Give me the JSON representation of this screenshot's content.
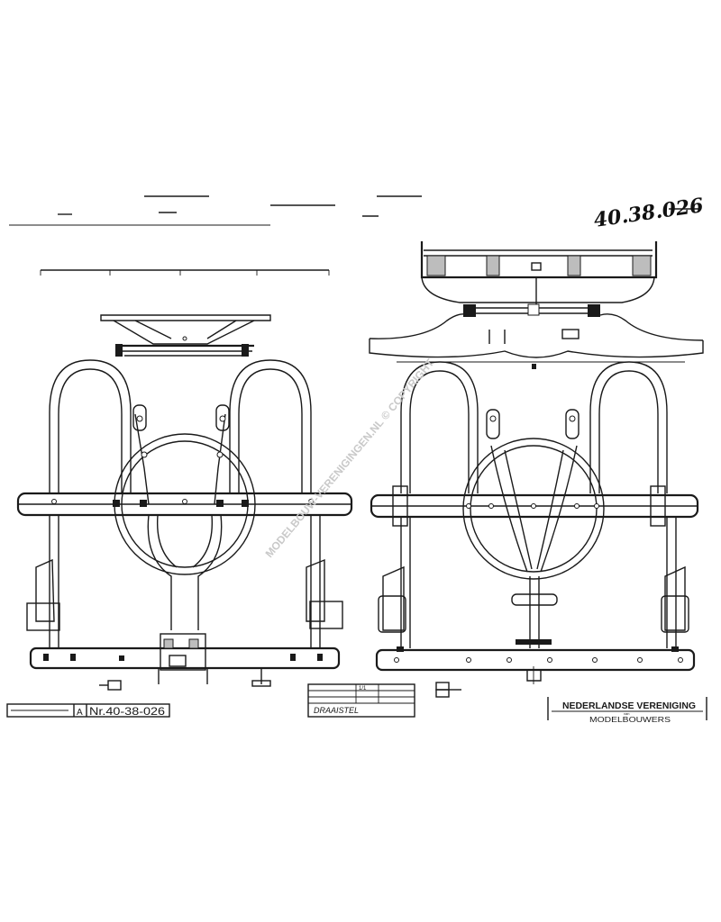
{
  "sheet": {
    "handwritten_number": "40.38.026",
    "drawing_number": "Nr.40-38-026",
    "revision_letter": "A",
    "drawing_name": "DRAAISTEL",
    "small_label": "1/1",
    "org_line1": "NEDERLANDSE VERENIGING",
    "org_line2": "MODELBOUWERS",
    "org_sep": "van",
    "watermark": "MODELBOUW-VERENIGINGEN.NL © COPYRIGHT"
  }
}
